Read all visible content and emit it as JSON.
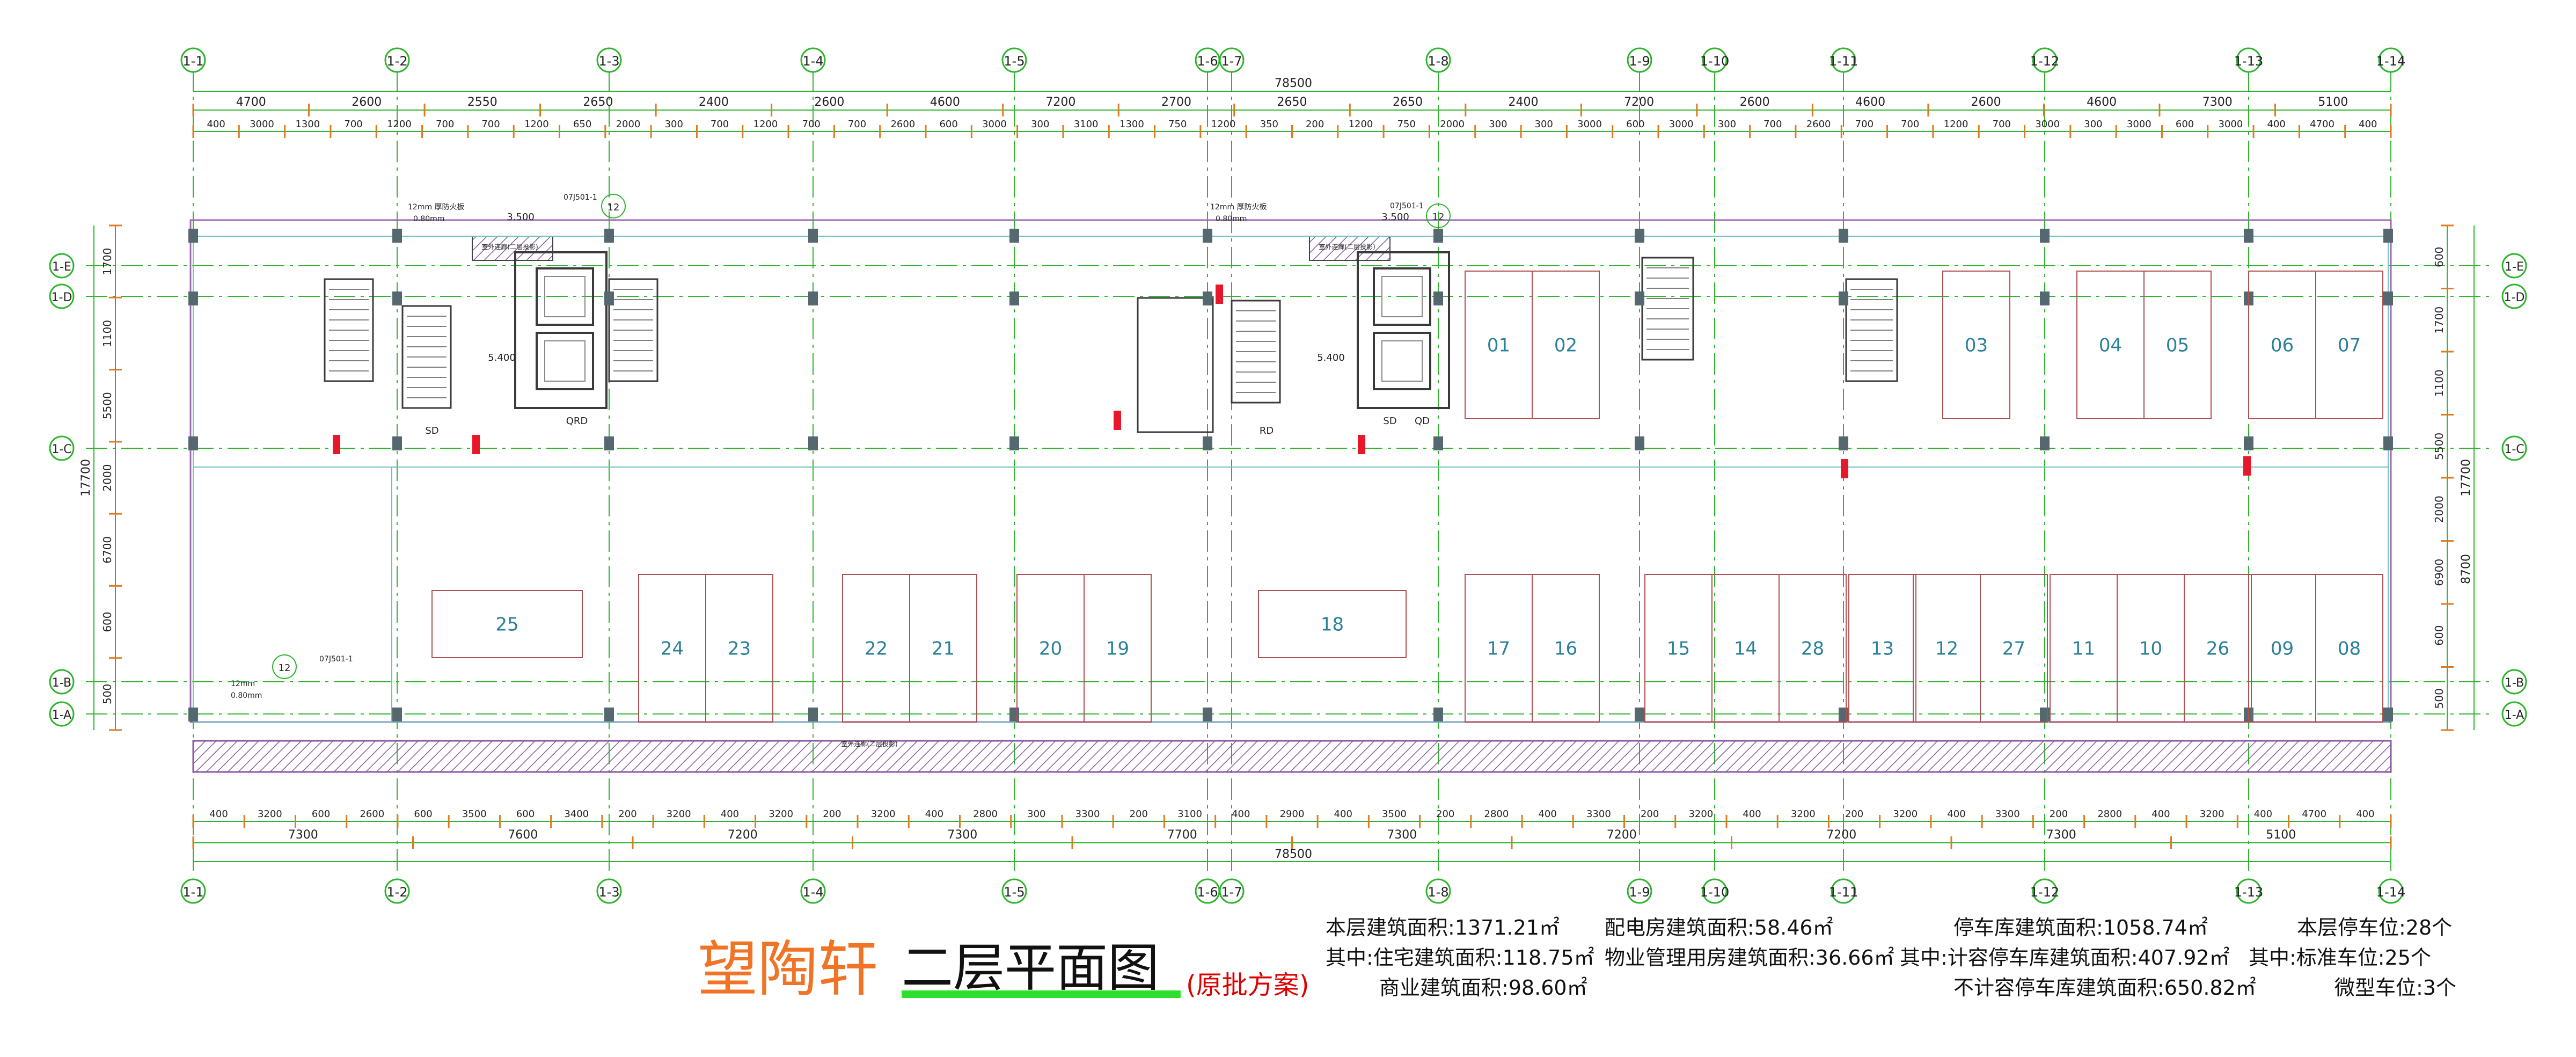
{
  "grid": {
    "top": [
      "1-1",
      "1-2",
      "1-3",
      "1-4",
      "1-5",
      "1-6",
      "1-7",
      "1-8",
      "1-9",
      "1-10",
      "1-11",
      "1-12",
      "1-13",
      "1-14"
    ],
    "left": [
      "1-E",
      "1-D",
      "1-C",
      "1-B",
      "1-A"
    ],
    "right": [
      "1-E",
      "1-D",
      "1-C",
      "1-B",
      "1-A"
    ]
  },
  "dimensions": {
    "overall": "78500",
    "top_row1": [
      "4700",
      "2600",
      "2550",
      "2650",
      "2400",
      "2600",
      "4600",
      "7200",
      "2700",
      "2650",
      "2650",
      "2400",
      "7200",
      "2600",
      "4600",
      "2600",
      "4600",
      "7300",
      "5100"
    ],
    "top_row2": [
      "400",
      "3000",
      "1300",
      "700",
      "1200",
      "700",
      "700",
      "1200",
      "650",
      "2000",
      "300",
      "700",
      "1200",
      "700",
      "700",
      "2600",
      "600",
      "3000",
      "300",
      "3100",
      "1300",
      "750",
      "1200",
      "350",
      "200",
      "1200",
      "750",
      "2000",
      "300",
      "300",
      "3000",
      "600",
      "3000",
      "300",
      "700",
      "2600",
      "700",
      "700",
      "1200",
      "700",
      "3000",
      "300",
      "3000",
      "600",
      "3000",
      "400",
      "4700",
      "400"
    ],
    "bottom_row1": [
      "400",
      "3200",
      "600",
      "2600",
      "600",
      "3500",
      "600",
      "3400",
      "200",
      "3200",
      "400",
      "3200",
      "200",
      "3200",
      "400",
      "2800",
      "300",
      "3300",
      "200",
      "3100",
      "400",
      "2900",
      "400",
      "3500",
      "200",
      "2800",
      "400",
      "3300",
      "200",
      "3200",
      "400",
      "3200",
      "200",
      "3200",
      "400",
      "3300",
      "200",
      "2800",
      "400",
      "3200",
      "400",
      "4700",
      "400"
    ],
    "bottom_row2": [
      "7300",
      "7600",
      "7200",
      "7300",
      "7700",
      "7300",
      "7200",
      "7200",
      "7300",
      "5100"
    ],
    "left_side": [
      "1700",
      "1100",
      "5500",
      "2000",
      "6700",
      "600",
      "500"
    ],
    "left_total": "17700",
    "right_side": [
      "600",
      "1700",
      "1100",
      "5500",
      "2000",
      "6900",
      "600",
      "500"
    ],
    "right_total": "17700",
    "right_right": [
      "8700"
    ]
  },
  "parking": {
    "top": [
      "01",
      "02",
      "03",
      "04",
      "05",
      "06",
      "07"
    ],
    "bottom": [
      "25",
      "24",
      "23",
      "22",
      "21",
      "20",
      "19",
      "18",
      "17",
      "16",
      "15",
      "14",
      "28",
      "13",
      "12",
      "27",
      "11",
      "10",
      "26",
      "09",
      "08"
    ]
  },
  "rooms": [
    "QRD",
    "SD",
    "RD",
    "SD",
    "QD",
    "5.400",
    "5.400",
    "3.500",
    "3.500",
    "12",
    "12",
    "12"
  ],
  "notes": {
    "n1": "12mm 厚防火板",
    "n2": "0.80mm",
    "n3": "07J501-1",
    "elev": "3.500",
    "corridor": "室外连廊(二层投影)",
    "elev2": "5.400",
    "note_b": "12mm",
    "n4": "0.80mm"
  },
  "title": {
    "project": "望陶轩",
    "floor": "二层平面图",
    "note": "(原批方案)"
  },
  "stats": {
    "col1": [
      "本层建筑面积:1371.21㎡",
      "其中:住宅建筑面积:118.75㎡",
      "商业建筑面积:98.60㎡"
    ],
    "col2": [
      "配电房建筑面积:58.46㎡",
      "物业管理用房建筑面积:36.66㎡"
    ],
    "col3": [
      "停车库建筑面积:1058.74㎡",
      "其中:计容停车库建筑面积:407.92㎡",
      "不计容停车库建筑面积:650.82㎡"
    ],
    "col4": [
      "本层停车位:28个",
      "其中:标准车位:25个",
      "微型车位:3个"
    ]
  },
  "colors": {
    "grid": "#2db52d",
    "dim": "#e07a1a",
    "wall": "#3a3a3a",
    "room": "#b05050",
    "parking_text": "#2a7f9a",
    "hatch": "#8a5aa0",
    "title": "#f07426"
  }
}
